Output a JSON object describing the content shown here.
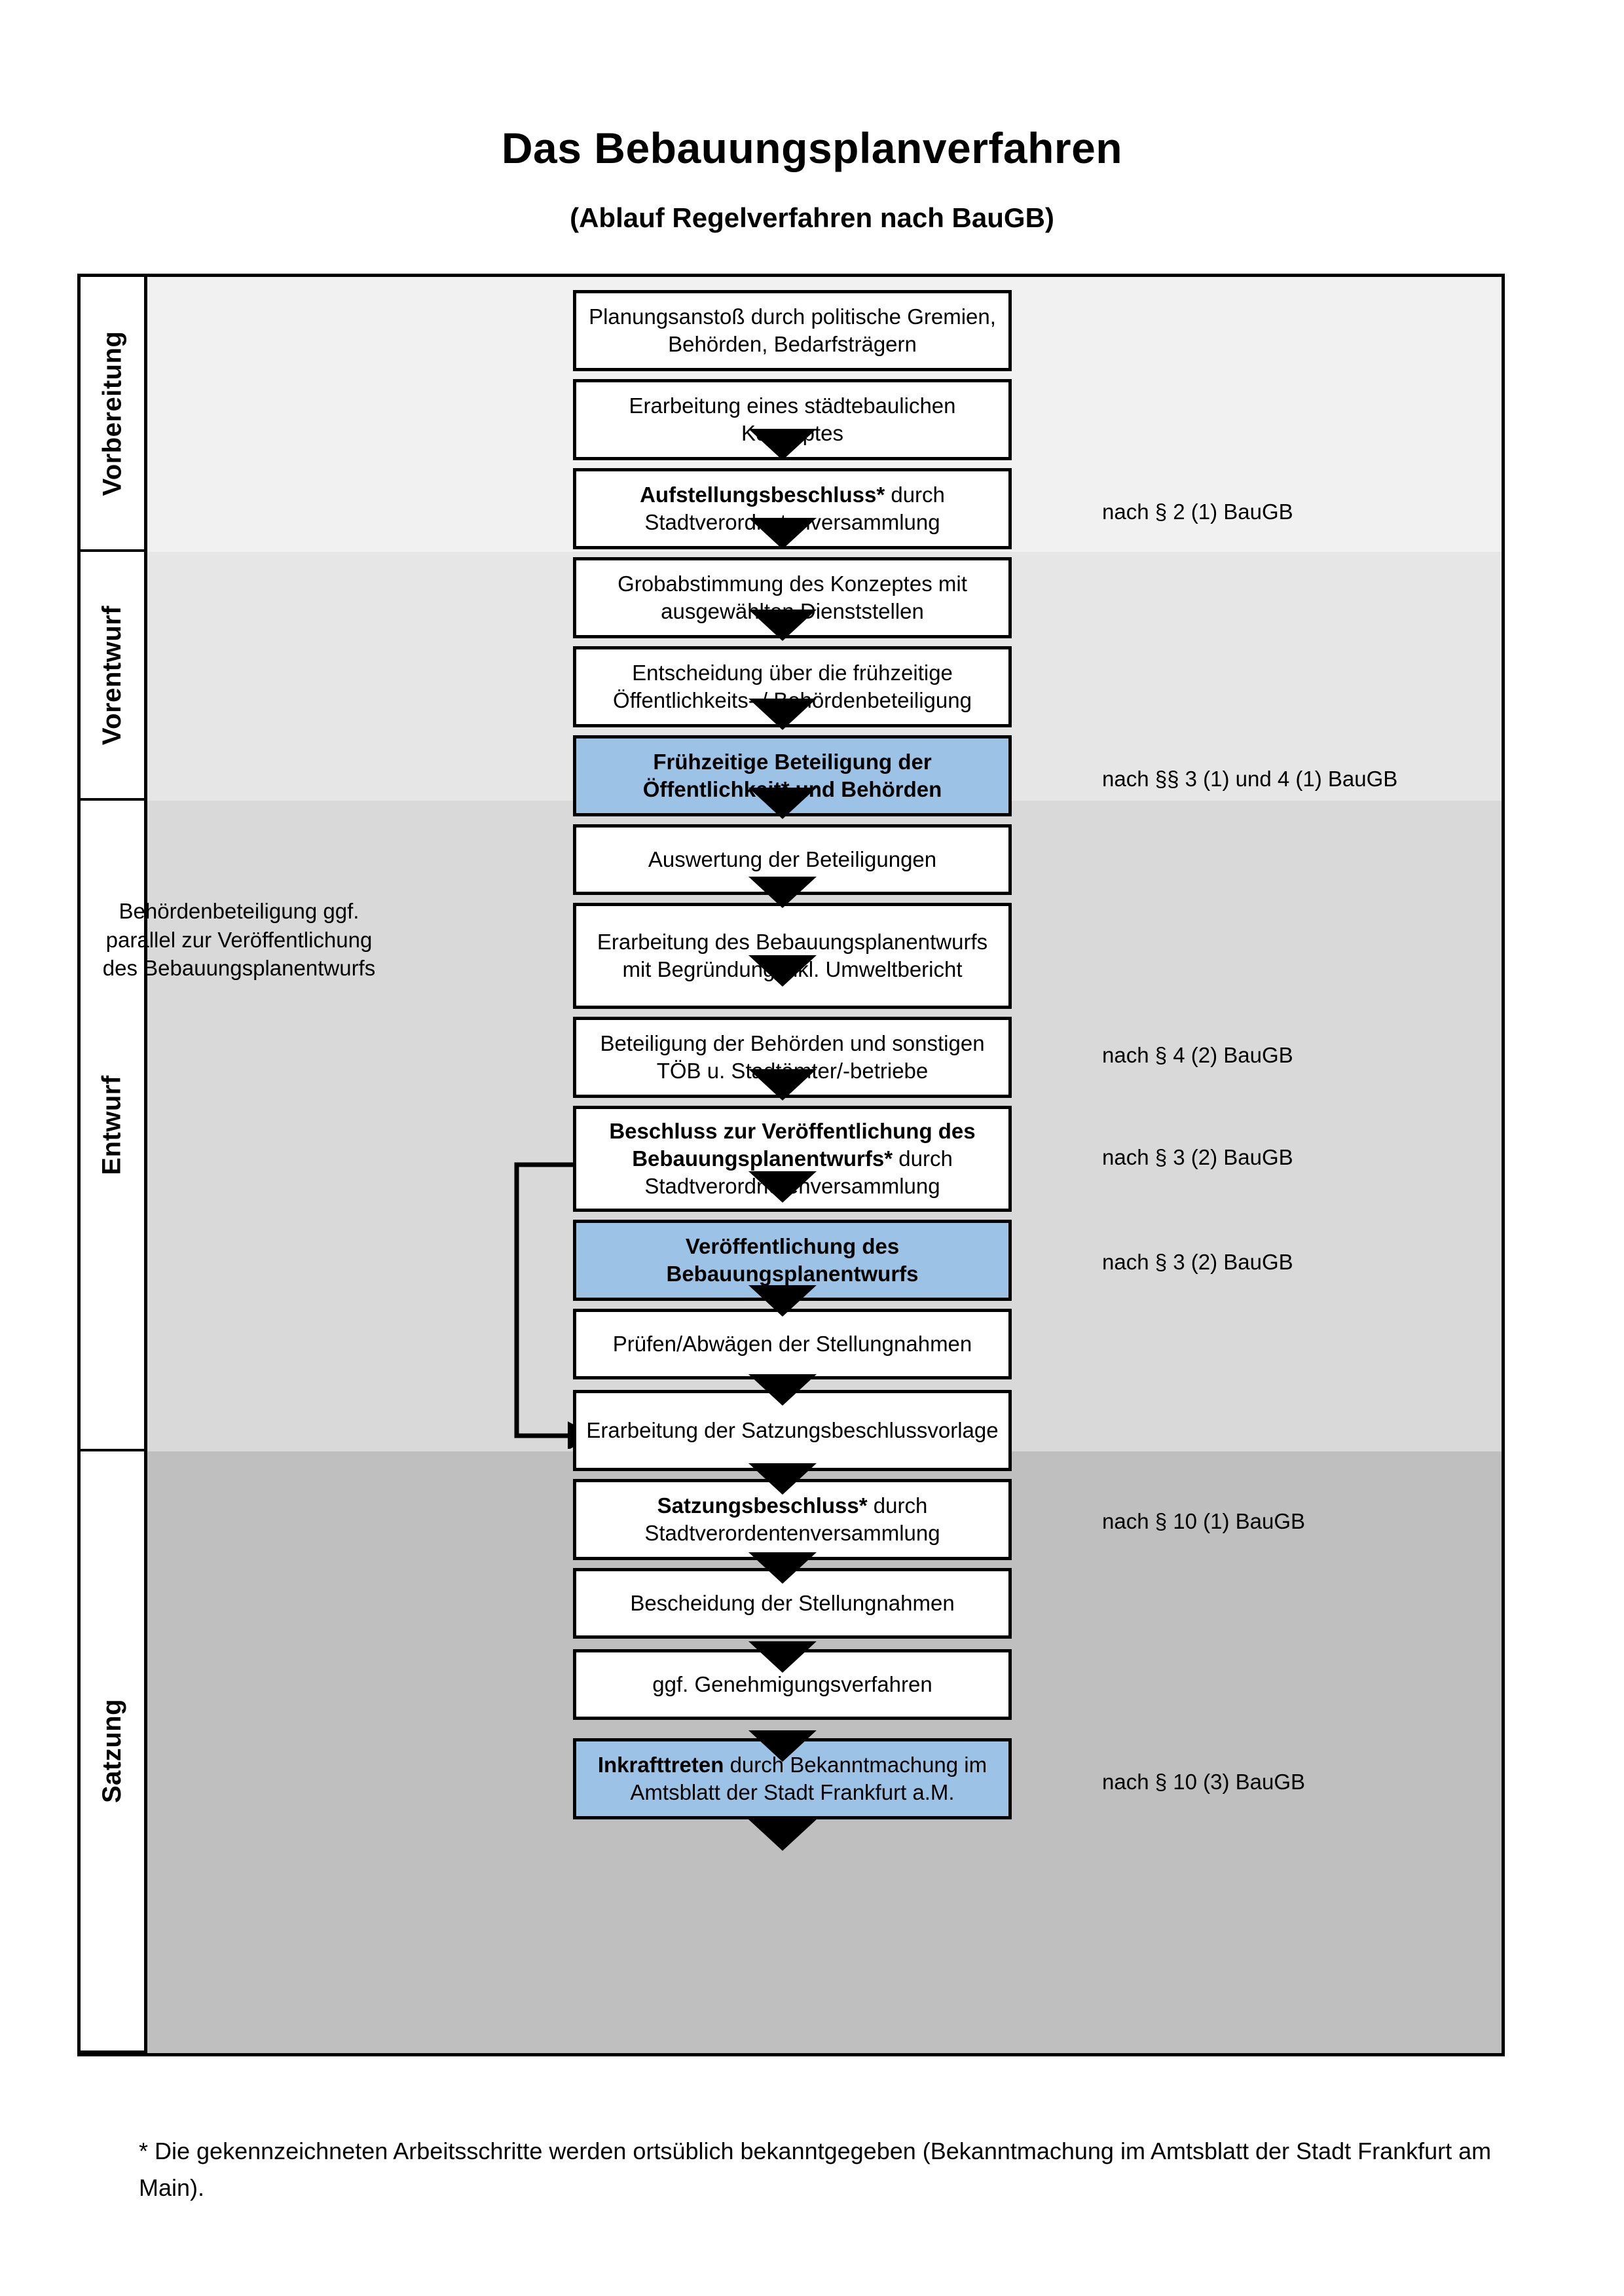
{
  "header": {
    "title": "Das Bebauungsplanverfahren",
    "subtitle": "(Ablauf Regelverfahren nach BauGB)"
  },
  "phases": [
    {
      "key": "vorbereitung",
      "label": "Vorbereitung"
    },
    {
      "key": "vorentwurf",
      "label": "Vorentwurf"
    },
    {
      "key": "entwurf",
      "label": "Entwurf"
    },
    {
      "key": "satzung",
      "label": "Satzung"
    }
  ],
  "steps": [
    {
      "id": 1,
      "phase": "vorbereitung",
      "text": "Planungsanstoß durch politische Gremien, Behörden, Bedarfsträgern",
      "bold": "",
      "highlight": false
    },
    {
      "id": 2,
      "phase": "vorbereitung",
      "text": "Erarbeitung eines städtebaulichen Konzeptes",
      "bold": "",
      "highlight": false
    },
    {
      "id": 3,
      "phase": "vorbereitung",
      "text": "Stadtverordnetenversammlung",
      "bold": "Aufstellungsbeschluss*",
      "mid": " durch",
      "highlight": false
    },
    {
      "id": 4,
      "phase": "vorentwurf",
      "text": "Grobabstimmung des Konzeptes mit ausgewählten Dienststellen",
      "bold": "",
      "highlight": false
    },
    {
      "id": 5,
      "phase": "vorentwurf",
      "text": "Entscheidung über die frühzeitige Öffentlichkeits- / Behördenbeteiligung",
      "bold": "",
      "highlight": false
    },
    {
      "id": 6,
      "phase": "vorentwurf",
      "text": "",
      "bold": "Frühzeitige Beteiligung der Öffentlichkeit* und Behörden",
      "highlight": true
    },
    {
      "id": 7,
      "phase": "entwurf",
      "text": "Auswertung der Beteiligungen",
      "bold": "",
      "highlight": false
    },
    {
      "id": 8,
      "phase": "entwurf",
      "text": "Erarbeitung des Bebauungsplanentwurfs mit Begründung inkl. Umweltbericht",
      "bold": "",
      "highlight": false
    },
    {
      "id": 9,
      "phase": "entwurf",
      "text": "Beteiligung der Behörden und sonstigen TÖB u. Stadtämter/-betriebe",
      "bold": "",
      "highlight": false
    },
    {
      "id": 10,
      "phase": "entwurf",
      "text": "Stadtverordnetenversammlung",
      "bold": "Beschluss zur Veröffentlichung des Bebauungsplanentwurfs*",
      "mid": " durch",
      "highlight": false
    },
    {
      "id": 11,
      "phase": "entwurf",
      "text": "",
      "bold": "Veröffentlichung des Bebauungsplanentwurfs",
      "highlight": true
    },
    {
      "id": 12,
      "phase": "satzung",
      "text": "Prüfen/Abwägen der Stellungnahmen",
      "bold": "",
      "highlight": false
    },
    {
      "id": 13,
      "phase": "satzung",
      "text": "Erarbeitung der Satzungsbeschlussvorlage",
      "bold": "",
      "highlight": false
    },
    {
      "id": 14,
      "phase": "satzung",
      "text": "Stadtverordentenversammlung",
      "bold": "Satzungsbeschluss*",
      "mid": " durch",
      "highlight": false
    },
    {
      "id": 15,
      "phase": "satzung",
      "text": "Bescheidung der Stellungnahmen",
      "bold": "",
      "highlight": false
    },
    {
      "id": 16,
      "phase": "satzung",
      "text": "ggf. Genehmigungsverfahren",
      "bold": "",
      "highlight": false
    },
    {
      "id": 17,
      "phase": "satzung",
      "text": " durch Bekanntmachung im Amtsblatt der Stadt Frankfurt a.M.",
      "bold": "Inkrafttreten",
      "highlight": true
    }
  ],
  "legal_notes": [
    {
      "id": "n1",
      "text": "nach § 2 (1) BauGB"
    },
    {
      "id": "n2",
      "text": "nach §§ 3 (1) und 4 (1) BauGB"
    },
    {
      "id": "n3",
      "text": "nach § 4 (2) BauGB"
    },
    {
      "id": "n4",
      "text": "nach § 3 (2) BauGB"
    },
    {
      "id": "n5",
      "text": "nach § 3 (2) BauGB"
    },
    {
      "id": "n6",
      "text": "nach § 10 (1) BauGB"
    },
    {
      "id": "n7",
      "text": "nach § 10 (3) BauGB"
    }
  ],
  "side_note": "Behördenbeteiligung ggf. parallel zur Veröffentlichung des Bebauungsplanentwurfs",
  "footnote": "* Die gekennzeichneten Arbeitsschritte werden ortsüblich bekanntgegeben (Bekanntmachung im Amtsblatt  der Stadt Frankfurt am Main).",
  "colors": {
    "highlight_fill": "#9cc3e6",
    "band_vorbereitung": "#f1f1f1",
    "band_vorentwurf": "#e6e6e6",
    "band_entwurf": "#d9d9d9",
    "band_satzung": "#bfbfbf",
    "stroke": "#000000"
  }
}
